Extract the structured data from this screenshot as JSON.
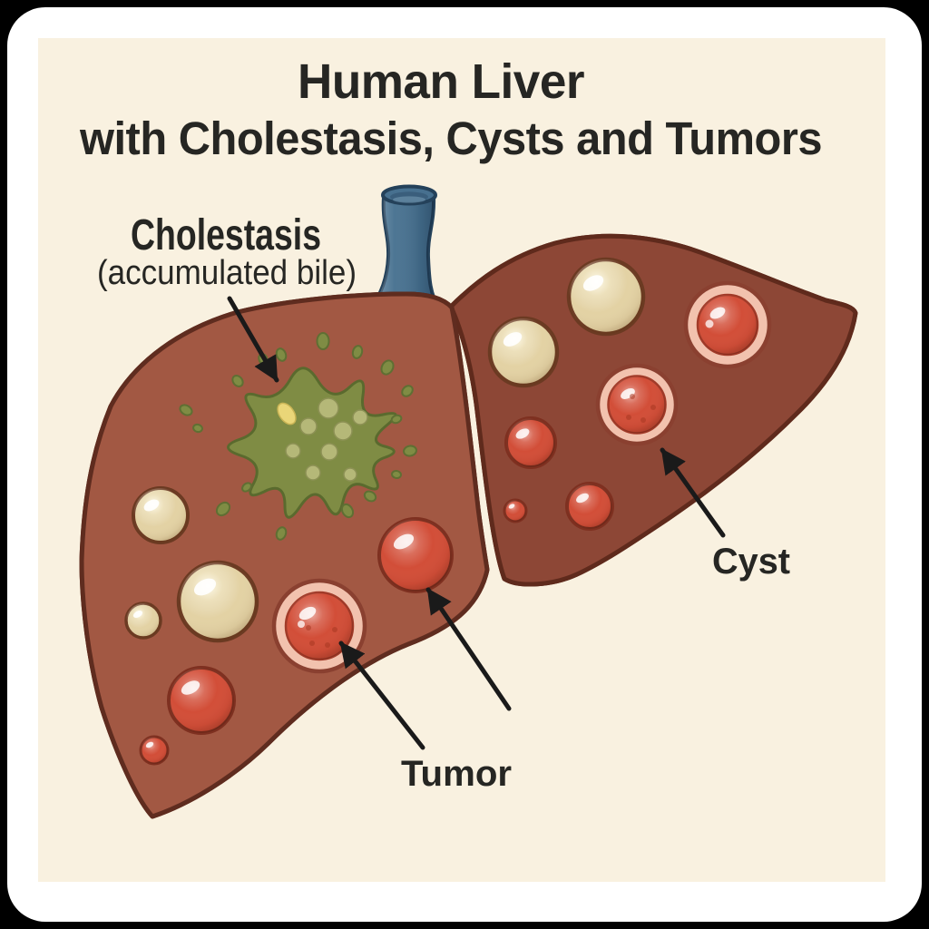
{
  "title": {
    "line1": "Human Liver",
    "line2": "with Cholestasis, Cysts and Tumors"
  },
  "labels": {
    "cholestasis": "Cholestasis",
    "cholestasis_note": "(accumulated bile)",
    "cyst": "Cyst",
    "tumor": "Tumor"
  },
  "annotations": [
    {
      "label": "Cholestasis",
      "note": "(accumulated bile)",
      "arrow_target": "green bile splatter on left lobe",
      "arrows": 1
    },
    {
      "label": "Cyst",
      "arrow_target": "pink ring-rimmed red nodule on right lobe",
      "arrows": 1
    },
    {
      "label": "Tumor",
      "arrow_target": "red nodules on left lobe",
      "arrows": 2
    }
  ],
  "lesion_counts": {
    "cream_nodules": 5,
    "red_nodules": 6,
    "ringed_nodules": 3,
    "bile_splatter": 1
  },
  "colors": {
    "frame": "#000000",
    "card": "#ffffff",
    "background": "#f9f1e0",
    "text": "#262623",
    "arrow": "#1a1a1a",
    "liver_left": "#a25843",
    "liver_right": "#8d4736",
    "liver_outline": "#5f2c1f",
    "vessel_blue": "#46708f",
    "vessel_outline": "#24415a",
    "bile_green": "#7f8c44",
    "bile_outline": "#5a6a2e",
    "bile_dot": "#b5b878",
    "bile_yellow": "#ead678",
    "cyst_cream": "#e3d2a4",
    "tumor_red": "#d24e38",
    "ring_pink": "#f2c2ae"
  }
}
